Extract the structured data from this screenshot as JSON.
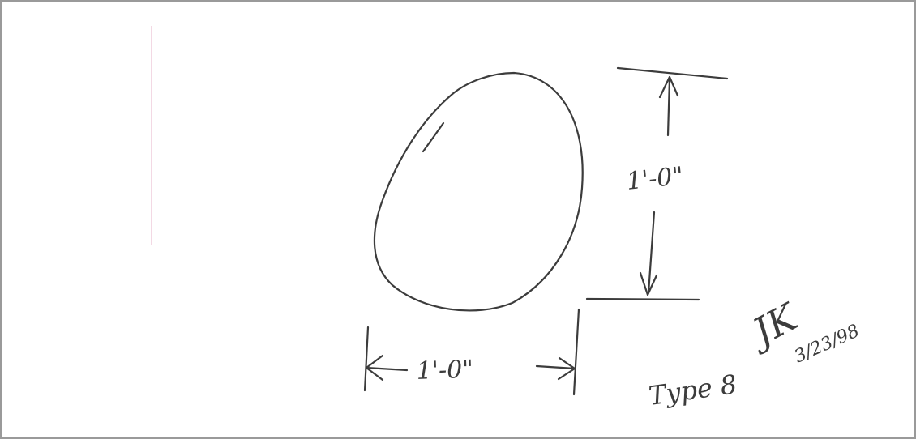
{
  "sketch": {
    "height_label": "1'-0\"",
    "width_label": "1'-0\"",
    "type_label": "Type 8",
    "initials": "JK",
    "date": "3/23/98"
  },
  "colors": {
    "ink": "#3c3c3c",
    "border": "#9a9a9a",
    "margin_line": "#f3d9e4"
  }
}
